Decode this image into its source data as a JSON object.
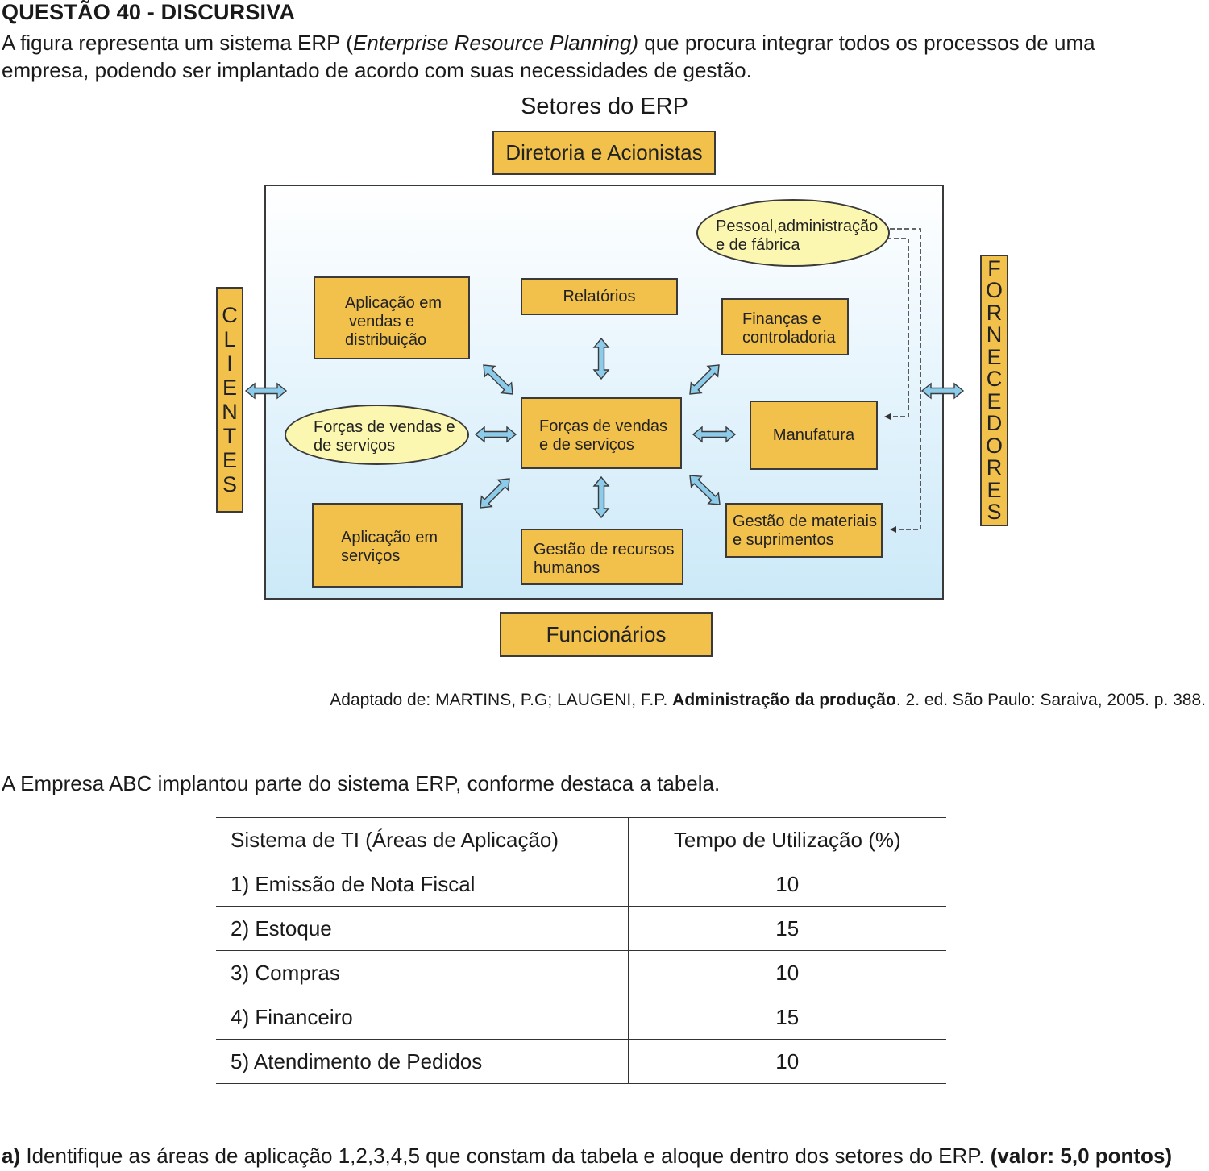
{
  "question": {
    "title": "QUESTÃO 40 - DISCURSIVA",
    "intro_prefix": "A figura representa um sistema ERP (",
    "intro_italic": "Enterprise Resource Planning)",
    "intro_suffix": " que procura integrar todos os processos de uma",
    "intro_line2": "empresa, podendo ser implantado de acordo com suas necessidades de gestão."
  },
  "diagram": {
    "title": "Setores do ERP",
    "top_box": "Diretoria e Acionistas",
    "bottom_box": "Funcionários",
    "left_label": [
      "C",
      "L",
      "I",
      "E",
      "N",
      "T",
      "E",
      "S"
    ],
    "right_label": [
      "F",
      "O",
      "R",
      "N",
      "E",
      "C",
      "E",
      "D",
      "O",
      "R",
      "E",
      "S"
    ],
    "nodes": {
      "vendas_distribuicao": [
        "Aplicação em",
        "vendas e",
        "distribuição"
      ],
      "relatorios": "Relatórios",
      "financas": [
        "Finanças e",
        "controladoria"
      ],
      "pessoal": [
        "Pessoal,administração",
        "e de fábrica"
      ],
      "forcas_ellipse": [
        "Forças de vendas e",
        "de serviços"
      ],
      "centro": [
        "Forças de vendas",
        "e de serviços"
      ],
      "manufatura": "Manufatura",
      "aplicacao_servicos": [
        "Aplicação em",
        "serviços"
      ],
      "gestao_rh": [
        "Gestão de recursos",
        "humanos"
      ],
      "gestao_materiais": [
        "Gestão de materiais",
        "e suprimentos"
      ]
    },
    "colors": {
      "box": "#f2c14c",
      "ellipse": "#fbf6b0",
      "arrow": "#8ccbea",
      "panel_bottom": "#cce9f8"
    }
  },
  "source": {
    "prefix": "Adaptado de: MARTINS, P.G; LAUGENI, F.P. ",
    "bold": "Administração da produção",
    "suffix": ". 2. ed. São Paulo: Saraiva, 2005. p. 388."
  },
  "table_intro": "A Empresa ABC implantou parte do sistema ERP, conforme destaca a tabela.",
  "table": {
    "headers": [
      "Sistema de TI (Áreas de Aplicação)",
      "Tempo de Utilização (%)"
    ],
    "rows": [
      [
        "1)  Emissão de Nota Fiscal",
        "10"
      ],
      [
        "2)  Estoque",
        "15"
      ],
      [
        "3)  Compras",
        "10"
      ],
      [
        "4)  Financeiro",
        "15"
      ],
      [
        "5)  Atendimento de Pedidos",
        "10"
      ]
    ]
  },
  "question_a": {
    "label": "a)",
    "text": " Identifique as áreas de aplicação 1,2,3,4,5 que constam da tabela e aloque dentro dos setores do ERP. ",
    "value": "(valor: 5,0 pontos)"
  }
}
